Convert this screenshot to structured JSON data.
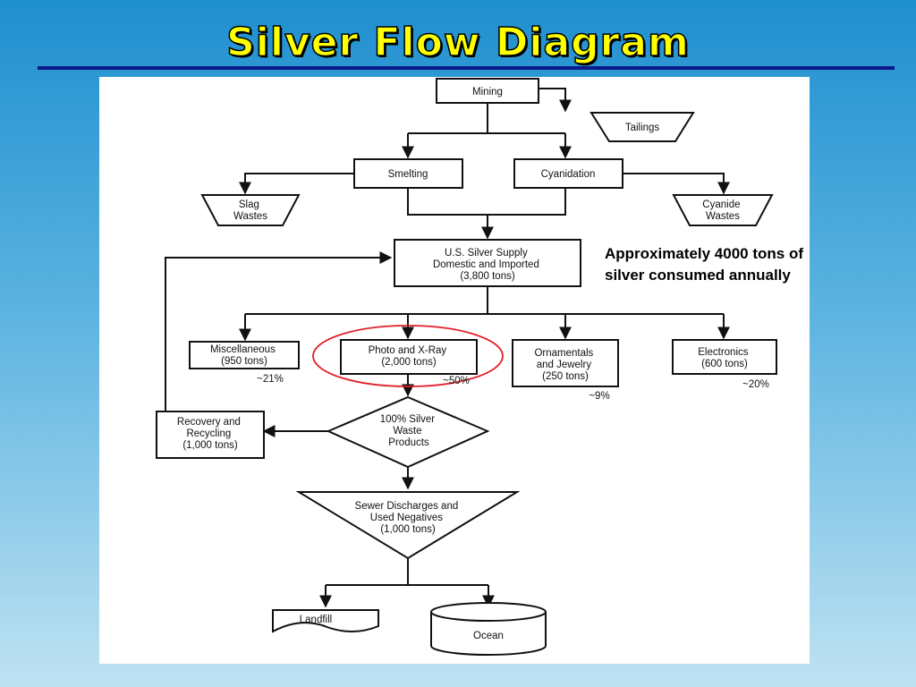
{
  "title": "Silver Flow Diagram",
  "annotation": "Approximately 4000 tons of silver consumed annually",
  "colors": {
    "title": "#ffff00",
    "rule": "#0a1a8a",
    "highlight": "#e0202a"
  },
  "nodes": {
    "mining": [
      "Mining"
    ],
    "tailings": [
      "Tailings"
    ],
    "smelting": [
      "Smelting"
    ],
    "cyanidation": [
      "Cyanidation"
    ],
    "slag_wastes": [
      "Slag",
      "Wastes"
    ],
    "cyanide_wastes": [
      "Cyanide",
      "Wastes"
    ],
    "us_silver_supply": [
      "U.S. Silver Supply",
      "Domestic and Imported",
      "(3,800 tons)"
    ],
    "miscellaneous": [
      "Miscellaneous",
      "(950 tons)"
    ],
    "photo_xray": [
      "Photo and X-Ray",
      "(2,000 tons)"
    ],
    "ornamentals": [
      "Ornamentals",
      "and Jewelry",
      "(250 tons)"
    ],
    "electronics": [
      "Electronics",
      "(600 tons)"
    ],
    "waste_products": [
      "100% Silver",
      "Waste",
      "Products"
    ],
    "recovery": [
      "Recovery and",
      "Recycling",
      "(1,000 tons)"
    ],
    "sewer": [
      "Sewer Discharges and",
      "Used Negatives",
      "(1,000 tons)"
    ],
    "landfill": [
      "Landfill"
    ],
    "ocean": [
      "Ocean"
    ]
  },
  "percentages": {
    "miscellaneous": "~21%",
    "photo_xray": "~50%",
    "ornamentals": "~9%",
    "electronics": "~20%"
  }
}
